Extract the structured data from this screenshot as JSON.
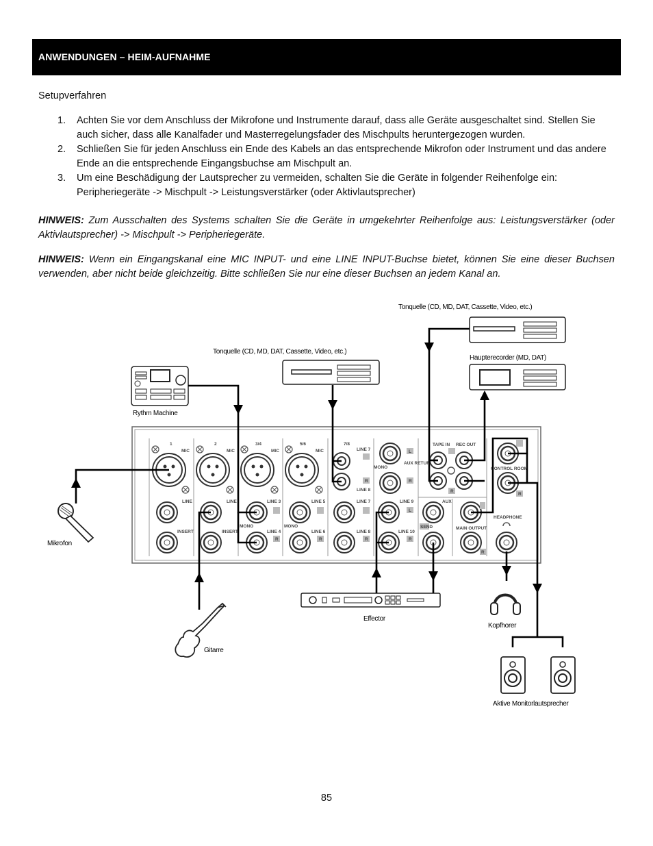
{
  "header": {
    "title": "ANWENDUNGEN – HEIM-AUFNAHME"
  },
  "intro": "Setupverfahren",
  "steps": [
    {
      "number": "1.",
      "text": "Achten Sie vor dem Anschluss der Mikrofone und Instrumente darauf, dass alle Geräte ausgeschaltet sind. Stellen Sie auch sicher, dass alle Kanalfader und Masterregelungsfader des Mischpults heruntergezogen wurden."
    },
    {
      "number": "2.",
      "text": "Schließen Sie für jeden Anschluss ein Ende des Kabels an das entsprechende Mikrofon oder Instrument und das andere Ende an die entsprechende Eingangsbuchse am Mischpult an."
    },
    {
      "number": "3.",
      "text": "Um eine Beschädigung der Lautsprecher zu vermeiden, schalten Sie die Geräte in folgender Reihenfolge ein: Peripheriegeräte -> Mischpult -> Leistungsverstärker (oder Aktivlautsprecher)"
    }
  ],
  "notes": [
    {
      "label": "HINWEIS:",
      "text": "Zum Ausschalten des Systems schalten Sie die Geräte in umgekehrter Reihenfolge aus: Leistungsverstärker (oder Aktivlautsprecher) -> Mischpult -> Peripheriegeräte."
    },
    {
      "label": "HINWEIS:",
      "text": "Wenn ein Eingangskanal eine MIC INPUT- und eine LINE INPUT-Buchse bietet, können Sie eine dieser Buchsen verwenden, aber nicht beide gleichzeitig. Bitte schließen Sie nur eine dieser Buchsen an jedem Kanal an."
    }
  ],
  "diagram": {
    "labels": {
      "tonquelle_top": "Tonquelle (CD, MD, DAT, Cassette, Video, etc.)",
      "tonquelle_mid": "Tonquelle (CD, MD, DAT, Cassette, Video, etc.)",
      "haupterecorder": "Haupterecorder (MD, DAT)",
      "rythm_machine": "Rythm Machine",
      "mikrofon": "Mikrofon",
      "gitarre": "Gitarre",
      "effector": "Effector",
      "kopfhorer": "Kopfhorer",
      "monitor": "Aktive Monitorlautsprecher"
    },
    "panel": {
      "ch1": "1",
      "ch2": "2",
      "ch34": "3/4",
      "ch56": "5/6",
      "ch78": "7/8",
      "mic": "MIC",
      "line": "LINE",
      "insert": "INSERT",
      "mono": "MONO",
      "line3": "LINE 3",
      "line4": "LINE 4",
      "line5": "LINE 5",
      "line6": "LINE 6",
      "line7": "LINE 7",
      "line8": "LINE 8",
      "line9": "LINE 9",
      "line10": "LINE 10",
      "aux_return": "AUX RETURN",
      "aux": "AUX",
      "send": "SEND",
      "tape_in": "TAPE IN",
      "rec_out": "REC OUT",
      "main_output": "MAIN OUTPUT",
      "control_room": "CONTROL ROOM",
      "headphone": "HEADPHONE",
      "l": "L",
      "r": "R"
    }
  },
  "page_number": "85"
}
